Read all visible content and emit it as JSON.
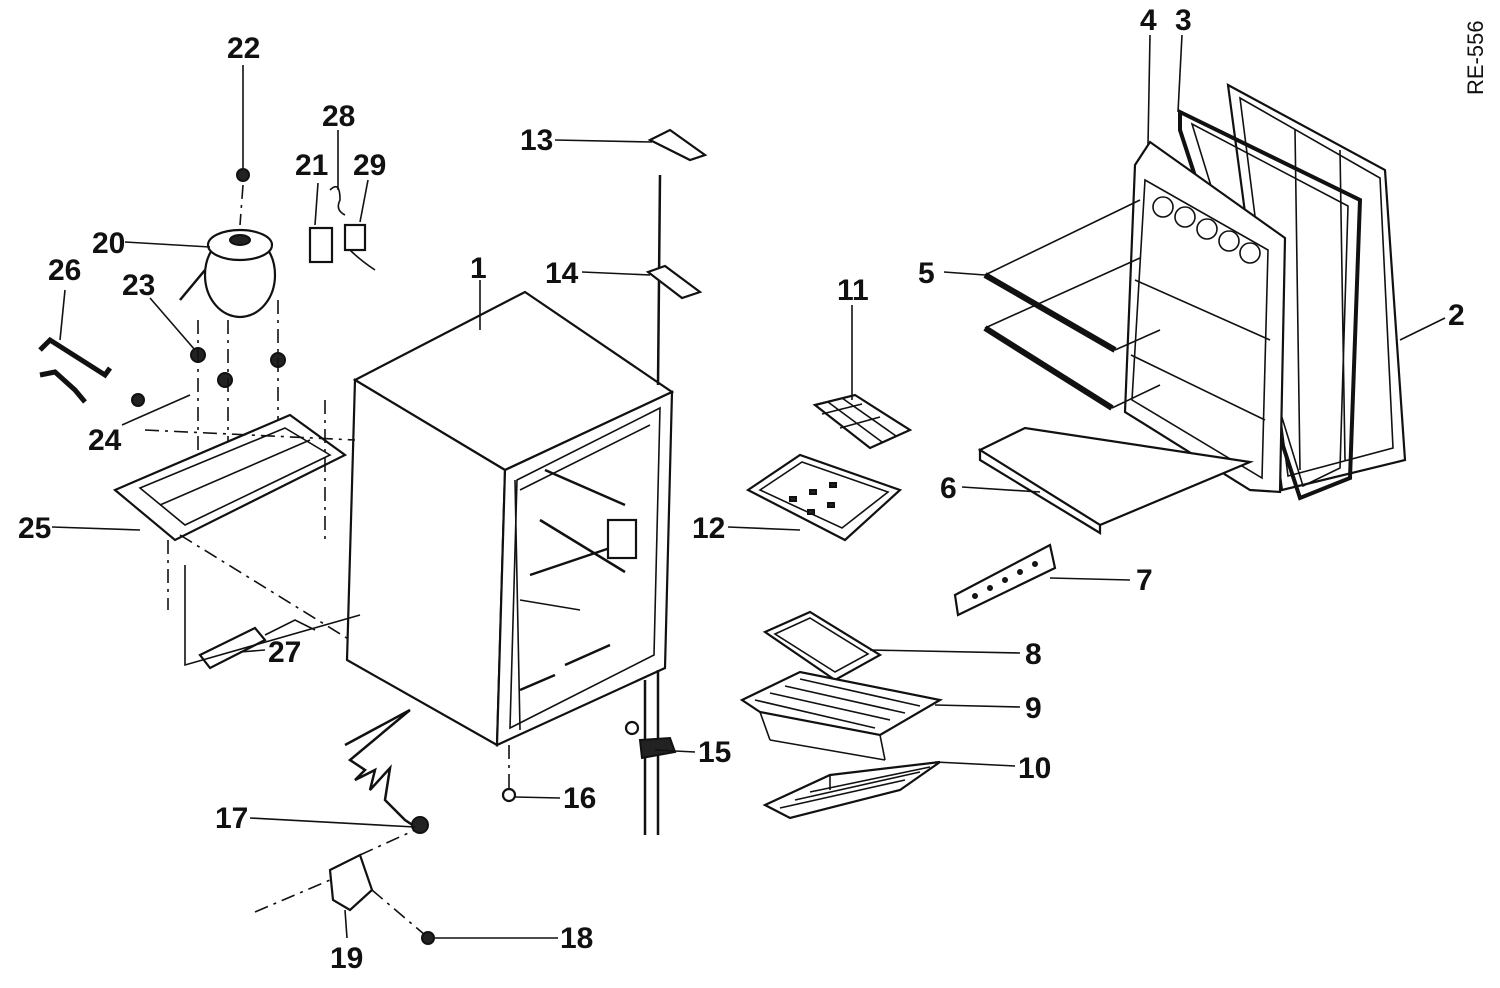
{
  "diagram": {
    "drawing_code": "RE-556",
    "callouts": [
      {
        "id": "c1",
        "label": "1"
      },
      {
        "id": "c2",
        "label": "2"
      },
      {
        "id": "c3",
        "label": "3"
      },
      {
        "id": "c4",
        "label": "4"
      },
      {
        "id": "c5",
        "label": "5"
      },
      {
        "id": "c6",
        "label": "6"
      },
      {
        "id": "c7",
        "label": "7"
      },
      {
        "id": "c8",
        "label": "8"
      },
      {
        "id": "c9",
        "label": "9"
      },
      {
        "id": "c10",
        "label": "10"
      },
      {
        "id": "c11",
        "label": "11"
      },
      {
        "id": "c12",
        "label": "12"
      },
      {
        "id": "c13",
        "label": "13"
      },
      {
        "id": "c14",
        "label": "14"
      },
      {
        "id": "c15",
        "label": "15"
      },
      {
        "id": "c16",
        "label": "16"
      },
      {
        "id": "c17",
        "label": "17"
      },
      {
        "id": "c18",
        "label": "18"
      },
      {
        "id": "c19",
        "label": "19"
      },
      {
        "id": "c20",
        "label": "20"
      },
      {
        "id": "c21",
        "label": "21"
      },
      {
        "id": "c22",
        "label": "22"
      },
      {
        "id": "c23",
        "label": "23"
      },
      {
        "id": "c24",
        "label": "24"
      },
      {
        "id": "c25",
        "label": "25"
      },
      {
        "id": "c26",
        "label": "26"
      },
      {
        "id": "c27",
        "label": "27"
      },
      {
        "id": "c28",
        "label": "28"
      },
      {
        "id": "c29",
        "label": "29"
      }
    ]
  }
}
